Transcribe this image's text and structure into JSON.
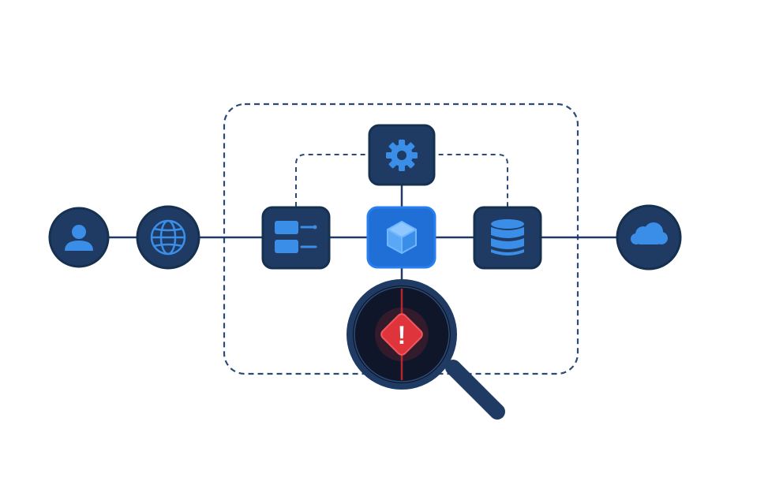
{
  "colors": {
    "background": "#ffffff",
    "node_fill": "#1f3b63",
    "node_stroke": "#16304f",
    "icon_blue": "#3b8ee8",
    "icon_light_blue": "#6fb6ff",
    "central_fill": "#1f6fd6",
    "central_stroke": "#2a7ff0",
    "line": "#1f3b63",
    "dashed_boundary": "#2b4a75",
    "alert_red": "#e0343c",
    "lens_fill": "#0f1629",
    "lens_stroke": "#1f3b63"
  },
  "nodes": [
    {
      "id": "user",
      "icon": "user-icon",
      "shape": "circle"
    },
    {
      "id": "internet",
      "icon": "globe-icon",
      "shape": "circle"
    },
    {
      "id": "load-balancer",
      "icon": "server-rack-icon",
      "shape": "rounded-square"
    },
    {
      "id": "config",
      "icon": "gear-icon",
      "shape": "rounded-square"
    },
    {
      "id": "service",
      "icon": "cube-icon",
      "shape": "rounded-square",
      "highlighted": true
    },
    {
      "id": "database",
      "icon": "database-icon",
      "shape": "rounded-square"
    },
    {
      "id": "cloud",
      "icon": "cloud-icon",
      "shape": "circle"
    }
  ],
  "inspection": {
    "icon": "magnifier-icon",
    "alert_icon": "warning-diamond-icon",
    "alert_symbol": "!"
  }
}
